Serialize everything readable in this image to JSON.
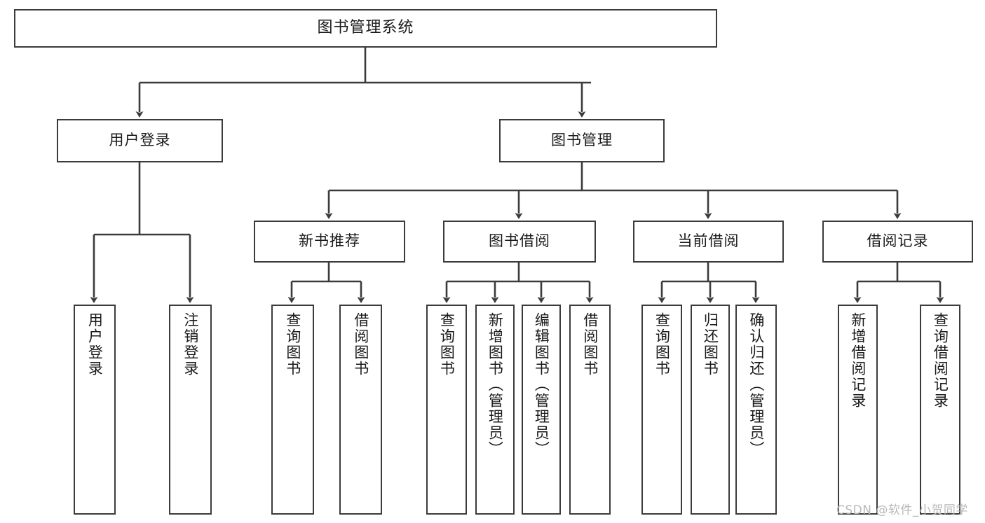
{
  "diagram": {
    "title": "图书管理系统",
    "type": "tree-hierarchy-chart",
    "orientation": "top-down",
    "colors": {
      "box_border": "#3b3b3b",
      "box_fill": "#ffffff",
      "connector": "#3b3b3b",
      "text": "#1a1a1a",
      "watermark": "#b8b8b8",
      "background": "#ffffff"
    }
  },
  "root": {
    "label": "图书管理系统"
  },
  "level1": [
    {
      "label": "用户登录"
    },
    {
      "label": "图书管理"
    }
  ],
  "level2": [
    {
      "label": "新书推荐"
    },
    {
      "label": "图书借阅"
    },
    {
      "label": "当前借阅"
    },
    {
      "label": "借阅记录"
    }
  ],
  "leaves": {
    "user_login": [
      {
        "label": "用户登录"
      },
      {
        "label": "注销登录"
      }
    ],
    "new_book_recommend": [
      {
        "label": "查询图书"
      },
      {
        "label": "借阅图书"
      }
    ],
    "book_borrow": [
      {
        "label": "查询图书"
      },
      {
        "label": "新增图书（管理员）"
      },
      {
        "label": "编辑图书（管理员）"
      },
      {
        "label": "借阅图书"
      }
    ],
    "current_borrow": [
      {
        "label": "查询图书"
      },
      {
        "label": "归还图书"
      },
      {
        "label": "确认归还（管理员）"
      }
    ],
    "borrow_record": [
      {
        "label": "新增借阅记录"
      },
      {
        "label": "查询借阅记录"
      }
    ]
  },
  "watermark": {
    "text": "CSDN @软件_小贺同学"
  }
}
